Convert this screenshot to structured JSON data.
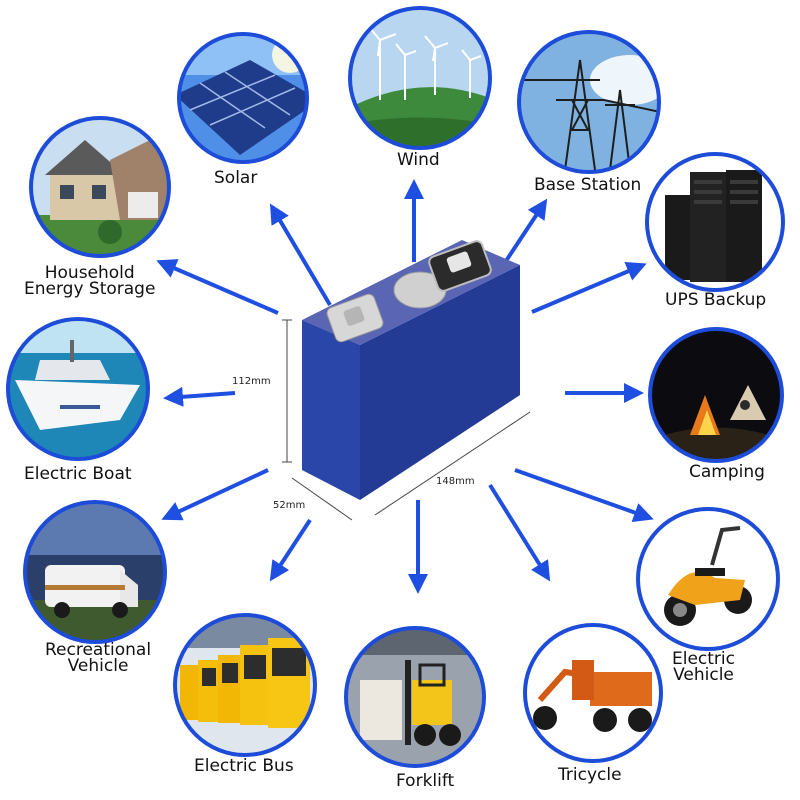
{
  "colors": {
    "arrow": "#1f4fe0",
    "ring": "#1d4cd8",
    "battery_front": "#2c47a6",
    "battery_side": "#22388a",
    "battery_top": "#4b5db7"
  },
  "battery": {
    "dimensions": {
      "height": "112mm",
      "width": "148mm",
      "depth": "52mm"
    }
  },
  "applications": [
    {
      "id": "solar",
      "label": "Solar",
      "icon": "solar-panel-icon"
    },
    {
      "id": "wind",
      "label": "Wind",
      "icon": "wind-turbine-icon"
    },
    {
      "id": "base-station",
      "label": "Base Station",
      "icon": "transmission-tower-icon"
    },
    {
      "id": "ups",
      "label": "UPS Backup",
      "icon": "server-rack-icon"
    },
    {
      "id": "camping",
      "label": "Camping",
      "icon": "campfire-tent-icon"
    },
    {
      "id": "ev",
      "label": "Electric\nVehicle",
      "icon": "scooter-icon"
    },
    {
      "id": "tricycle",
      "label": "Tricycle",
      "icon": "cargo-tricycle-icon"
    },
    {
      "id": "forklift",
      "label": "Forklift",
      "icon": "forklift-icon"
    },
    {
      "id": "bus",
      "label": "Electric Bus",
      "icon": "bus-icon"
    },
    {
      "id": "rv",
      "label": "Recreational\nVehicle",
      "icon": "rv-camper-icon"
    },
    {
      "id": "boat",
      "label": "Electric Boat",
      "icon": "boat-icon"
    },
    {
      "id": "household",
      "label": "Household\nEnergy Storage",
      "icon": "house-icon"
    }
  ]
}
